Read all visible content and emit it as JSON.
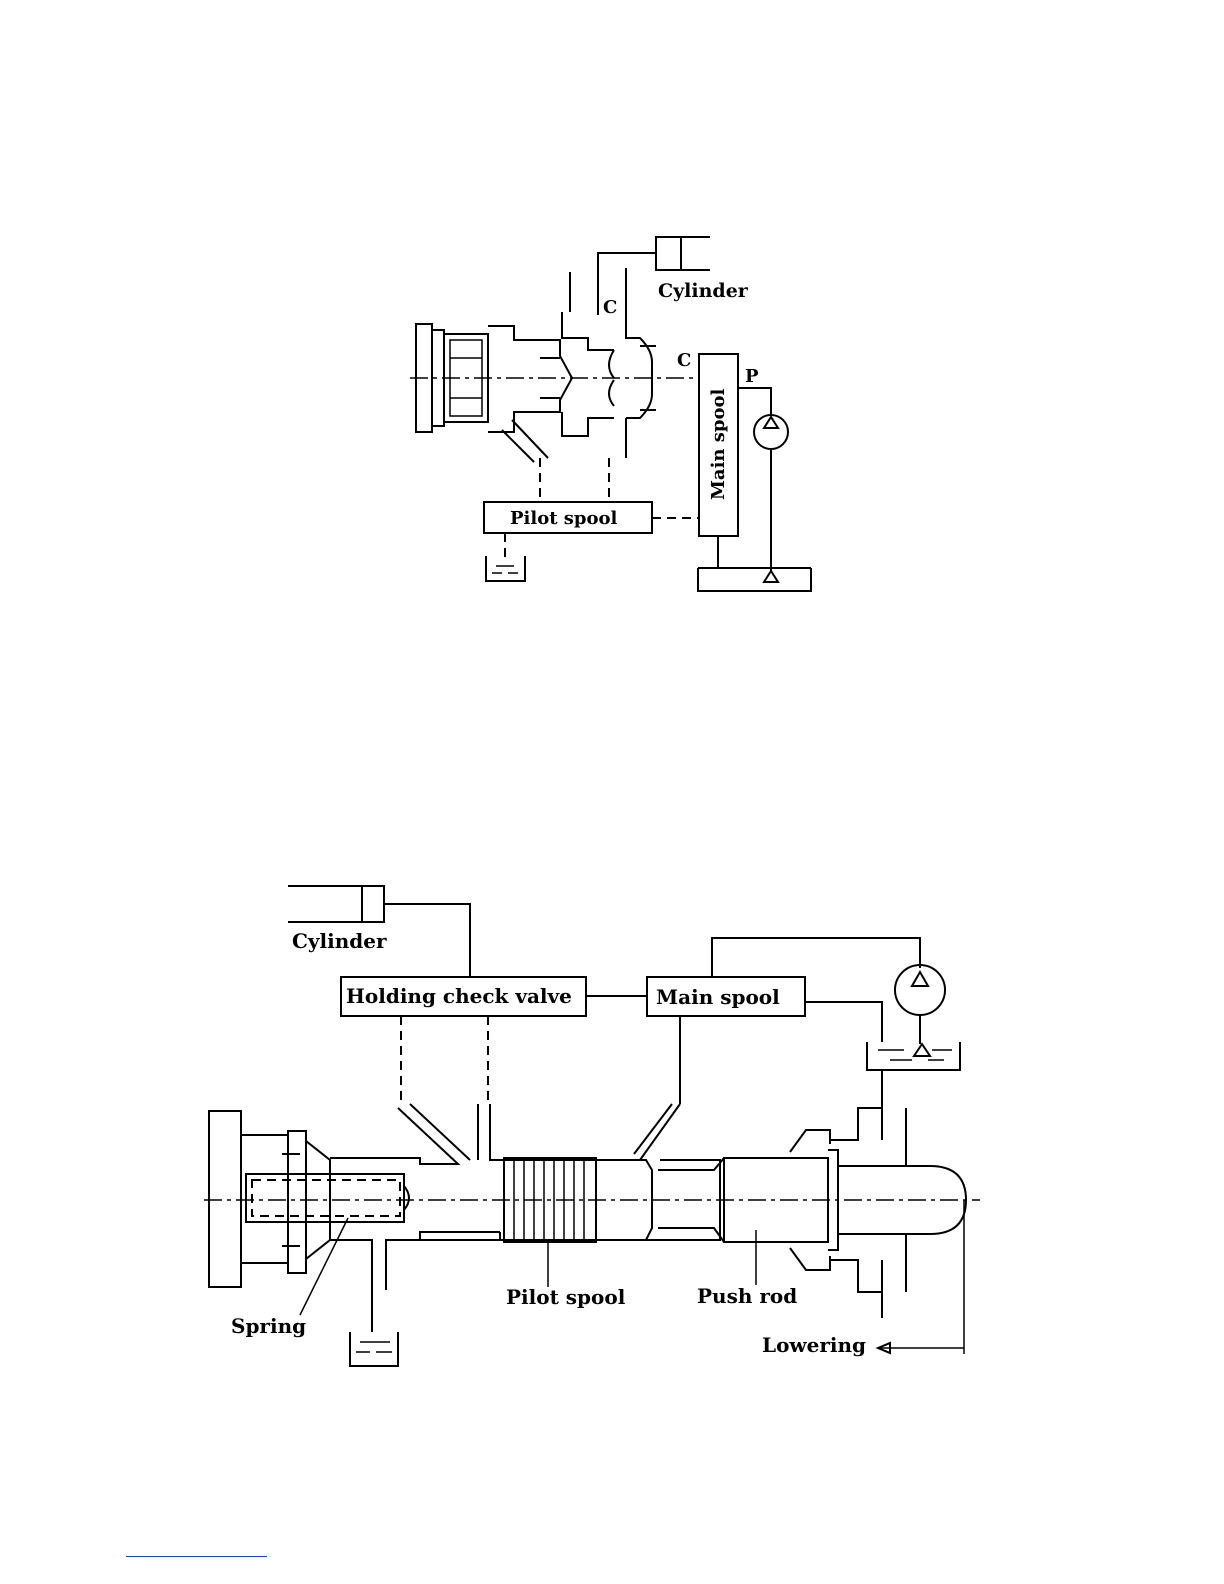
{
  "figure_top": {
    "labels": {
      "cylinder": "Cylinder",
      "port_c_upper": "C",
      "port_c_main": "C",
      "port_p": "P",
      "main_spool": "Main spool",
      "pilot_spool": "Pilot spool"
    }
  },
  "figure_bottom": {
    "labels": {
      "cylinder": "Cylinder",
      "holding_check_valve": "Holding check valve",
      "main_spool": "Main spool",
      "spring": "Spring",
      "pilot_spool": "Pilot spool",
      "push_rod": "Push rod",
      "lowering": "Lowering"
    }
  },
  "colors": {
    "ink": "#000000",
    "footnote_rule": "#1a3fb8"
  }
}
